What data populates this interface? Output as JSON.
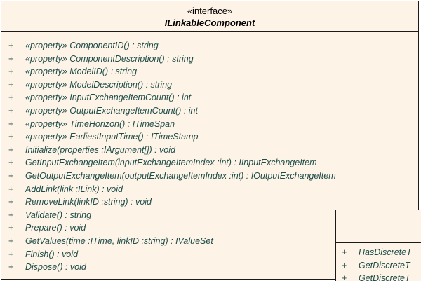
{
  "main_class": {
    "stereotype": "«interface»",
    "name": "ILinkableComponent",
    "operations": [
      {
        "visibility": "+",
        "signature": "«property» ComponentID() : string"
      },
      {
        "visibility": "+",
        "signature": "«property» ComponentDescription() : string"
      },
      {
        "visibility": "+",
        "signature": "«property» ModelID() : string"
      },
      {
        "visibility": "+",
        "signature": "«property» ModelDescription() : string"
      },
      {
        "visibility": "+",
        "signature": "«property» InputExchangeItemCount() : int"
      },
      {
        "visibility": "+",
        "signature": "«property» OutputExchangeItemCount() : int"
      },
      {
        "visibility": "+",
        "signature": "«property» TimeHorizon() : ITimeSpan"
      },
      {
        "visibility": "+",
        "signature": "«property» EarliestInputTime() : ITimeStamp"
      },
      {
        "visibility": "+",
        "signature": "Initialize(properties :IArgument[]) : void"
      },
      {
        "visibility": "+",
        "signature": "GetInputExchangeItem(inputExchangeItemIndex :int) : IInputExchangeItem"
      },
      {
        "visibility": "+",
        "signature": "GetOutputExchangeItem(outputExchangeItemIndex :int) : IOutputExchangeItem"
      },
      {
        "visibility": "+",
        "signature": "AddLink(link :ILink) : void"
      },
      {
        "visibility": "+",
        "signature": "RemoveLink(linkID :string) : void"
      },
      {
        "visibility": "+",
        "signature": "Validate() : string"
      },
      {
        "visibility": "+",
        "signature": "Prepare() : void"
      },
      {
        "visibility": "+",
        "signature": "GetValues(time :ITime, linkID :string) : IValueSet"
      },
      {
        "visibility": "+",
        "signature": "Finish() : void"
      },
      {
        "visibility": "+",
        "signature": "Dispose() : void"
      }
    ]
  },
  "second_class": {
    "operations": [
      {
        "visibility": "+",
        "signature": "HasDiscreteT"
      },
      {
        "visibility": "+",
        "signature": "GetDiscreteT"
      },
      {
        "visibility": "+",
        "signature": "GetDiscreteT"
      }
    ]
  },
  "colors": {
    "box_fill": "#fdf3e6",
    "border": "#1a1a1a",
    "operation_text": "#1f4d4a",
    "header_text": "#000000"
  }
}
